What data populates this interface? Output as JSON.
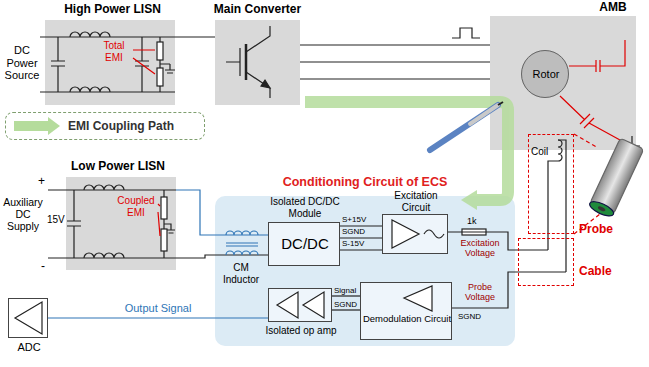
{
  "diagram": {
    "nodes": [
      {
        "text": [
          "High Power LISN",
          "Total EMI"
        ]
      },
      {
        "text": [
          "Main Converter"
        ]
      },
      {
        "text": [
          "AMB"
        ]
      },
      {
        "text": [
          "Rotor"
        ],
        "in": 2
      },
      {
        "text": [
          "EMI Coupling Path"
        ]
      },
      {
        "text": [
          "Probe"
        ]
      },
      {
        "text": [
          "Low Power LISN",
          "Coupled EMI"
        ]
      },
      {
        "text": [
          "Conditioning Circuit of ECS"
        ]
      },
      {
        "text": [
          "Isolated DC/DC Module",
          "DC/DC"
        ],
        "in": 7
      },
      {
        "text": [
          "Excitation Circuit"
        ],
        "in": 7
      },
      {
        "text": [
          "Cable"
        ]
      },
      {
        "text": [
          "Isolated op amp"
        ],
        "in": 7
      },
      {
        "text": [
          "Demodulation Circuit"
        ],
        "in": 7
      },
      {
        "text": [
          "ADC"
        ]
      }
    ],
    "edges": [
      {
        "from": 0,
        "to": 1,
        "arrow": "none"
      },
      {
        "from": 1,
        "to": 2,
        "arrow": "none"
      },
      {
        "from": 6,
        "to": 8,
        "arrow": "none"
      },
      {
        "from": 8,
        "to": 9,
        "arrow": "none"
      },
      {
        "from": 9,
        "to": 10,
        "arrow": "none"
      },
      {
        "from": 12,
        "to": 11,
        "arrow": "none"
      },
      {
        "from": 12,
        "to": 10,
        "arrow": "none"
      },
      {
        "from": 11,
        "to": 13,
        "label": "Output Signal",
        "arrow": "none"
      }
    ],
    "labels": [
      "DC Power Source",
      "Coil",
      "Auxiliary DC Supply",
      "+",
      "15V",
      "-",
      "CM Inductor",
      "S+15V",
      "SGND",
      "S-15V",
      "1k",
      "Excitation Voltage",
      "Signal",
      "SGND",
      "SGND",
      "Probe Voltage"
    ]
  }
}
